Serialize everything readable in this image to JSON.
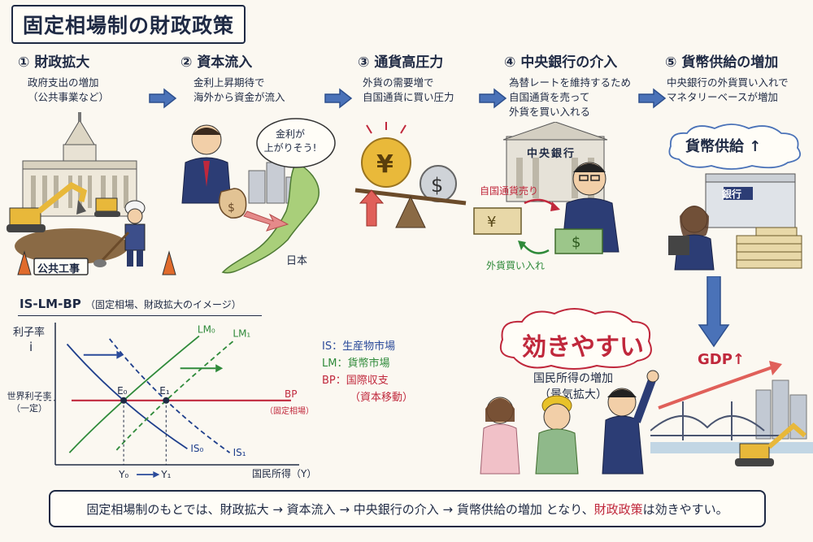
{
  "title": "固定相場制の財政政策",
  "steps": [
    {
      "num": "1",
      "head": "財政拡大",
      "sub": [
        "政府支出の増加",
        "（公共事業など）"
      ],
      "label": "公共工事"
    },
    {
      "num": "2",
      "head": "資本流入",
      "sub": [
        "金利上昇期待で",
        "海外から資金が流入"
      ],
      "bubble": [
        "金利が",
        "上がりそう!"
      ],
      "label": "日本"
    },
    {
      "num": "3",
      "head": "通貨高圧力",
      "sub": [
        "外貨の需要増で",
        "自国通貨に買い圧力"
      ]
    },
    {
      "num": "4",
      "head": "中央銀行の介入",
      "sub": [
        "為替レートを維持するため",
        "自国通貨を売って",
        "外貨を買い入れる"
      ],
      "building": "中央銀行",
      "sell": "自国通貨売り",
      "buy": "外貨買い入れ"
    },
    {
      "num": "5",
      "head": "貨幣供給の増加",
      "sub": [
        "中央銀行の外貨買い入れで",
        "マネタリーベースが増加"
      ],
      "cloud": "貨幣供給 ↑",
      "bank": "銀行"
    }
  ],
  "result": {
    "cloud": "効きやすい",
    "line1": "国民所得の増加",
    "line2": "（景気拡大）",
    "gdp": "GDP↑"
  },
  "chart_data": {
    "type": "line",
    "title": "IS-LM-BP",
    "subtitle": "（固定相場、財政拡大のイメージ）",
    "ylabel1": "利子率",
    "ylabel2": "i",
    "xlabel": "国民所得（Y）",
    "world_rate": [
      "世界利子率",
      "（一定）"
    ],
    "curves": [
      {
        "name": "IS₀",
        "style": "solid",
        "color": "#1f3f8c",
        "x": [
          0.5,
          2.9,
          5.6
        ],
        "y": [
          9.0,
          4.8,
          1.2
        ]
      },
      {
        "name": "IS₁",
        "style": "dashed",
        "color": "#1f3f8c",
        "x": [
          2.3,
          4.7,
          7.4
        ],
        "y": [
          9.4,
          4.8,
          0.9
        ]
      },
      {
        "name": "LM₀",
        "style": "solid",
        "color": "#2f8a3a",
        "x": [
          0.6,
          2.9,
          6.1
        ],
        "y": [
          0.9,
          4.8,
          9.6
        ]
      },
      {
        "name": "LM₁",
        "style": "dashed",
        "color": "#2f8a3a",
        "x": [
          2.6,
          4.7,
          7.6
        ],
        "y": [
          1.1,
          4.8,
          9.3
        ]
      }
    ],
    "bp": {
      "name": "BP",
      "note": "（固定相場）",
      "y": 4.8,
      "color": "#c0283c"
    },
    "points": [
      {
        "name": "E₀",
        "x": 2.9,
        "y": 4.8
      },
      {
        "name": "E₁",
        "x": 4.7,
        "y": 4.8
      }
    ],
    "x_ticks": [
      "Y₀",
      "Y₁"
    ],
    "xlim": [
      0,
      10
    ],
    "ylim": [
      0,
      10
    ],
    "legend": [
      {
        "key": "IS",
        "text": "生産物市場",
        "color": "#2a4a9a"
      },
      {
        "key": "LM",
        "text": "貨幣市場",
        "color": "#2f8a3a"
      },
      {
        "key": "BP",
        "text": "国際収支",
        "text2": "（資本移動）",
        "color": "#c0283c"
      }
    ]
  },
  "summary": {
    "part1": "固定相場制のもとでは、財政拡大 → 資本流入 → 中央銀行の介入 → 貨幣供給の増加 となり、",
    "part2": "財政政策",
    "part3": "は効きやすい。"
  },
  "colors": {
    "navy": "#1f2a44",
    "accent_blue": "#4a72b8",
    "red": "#c0283c",
    "green": "#2f8a3a",
    "gold": "#e3b23c"
  }
}
